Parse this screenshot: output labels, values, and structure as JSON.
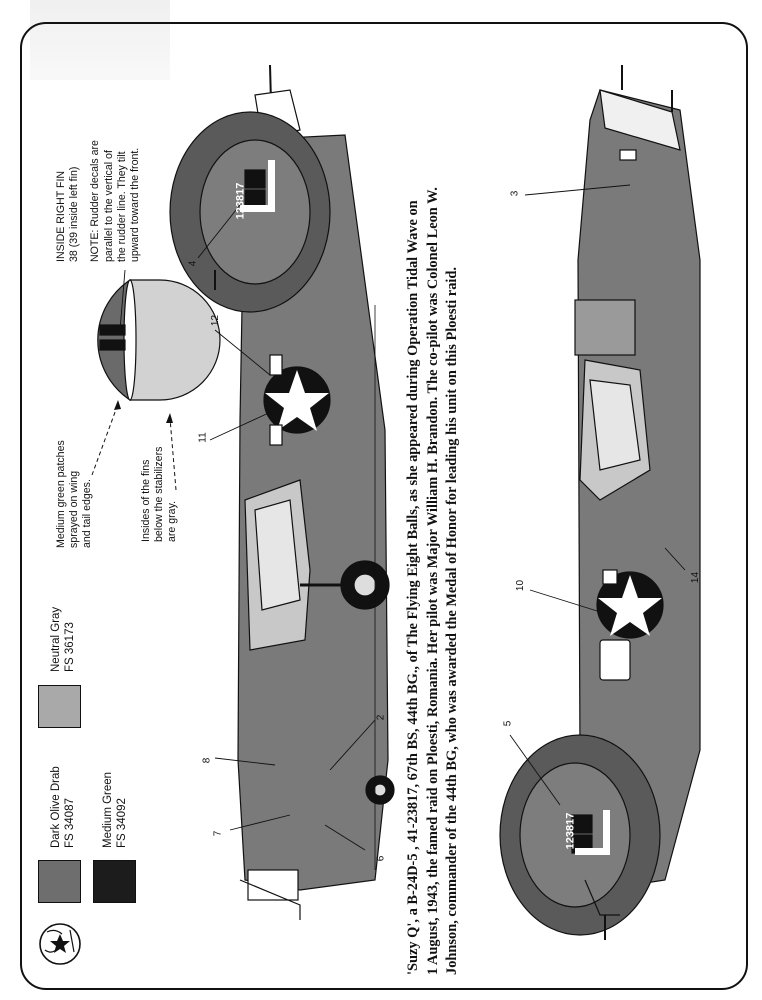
{
  "caption": {
    "lines": [
      "'Suzy Q', a B-24D-5 , 41-23817, 67th BS, 44th BG., of The Flying Eight Balls, as she appeared during Operation Tidal Wave on",
      "1 August, 1943, the famed raid on Ploesti, Romania. Her pilot was Major William H. Brandon. The co-pilot was Colonel Leon W.",
      "Johnson, commander of the 44th BG, who was awarded the Medal of Honor for leading his unit on this Ploesti raid."
    ]
  },
  "legend": {
    "items": [
      {
        "name": "Dark Olive Drab",
        "code": "FS 34087",
        "color": "#6e6e6e"
      },
      {
        "name": "Medium Green",
        "code": "FS 34092",
        "color": "#1c1c1c"
      },
      {
        "name": "Neutral Gray",
        "code": "FS 36173",
        "color": "#a9a9a9"
      }
    ]
  },
  "notes": {
    "fin_title": "INSIDE RIGHT FIN",
    "fin_sub": "38 (39 inside left fin)",
    "rudder_note": [
      "NOTE: Rudder decals are",
      "parallel to the vertical of",
      "the rudder line. They tilt",
      "upward toward the front."
    ],
    "patches_note": [
      "Medium  green patches",
      "sprayed on wing",
      "and tail edges."
    ],
    "fins_note": [
      "Insides of the fins",
      "below the stabilizers",
      "are gray."
    ]
  },
  "tail_serial": "123817",
  "callouts": {
    "upper": [
      "2",
      "4",
      "6",
      "7",
      "8",
      "11",
      "12"
    ],
    "lower": [
      "3",
      "5",
      "10",
      "14"
    ]
  },
  "colors": {
    "olive_drab": "#6e6e6e",
    "medium_green": "#1c1c1c",
    "neutral_gray": "#a9a9a9",
    "ink": "#111111"
  }
}
